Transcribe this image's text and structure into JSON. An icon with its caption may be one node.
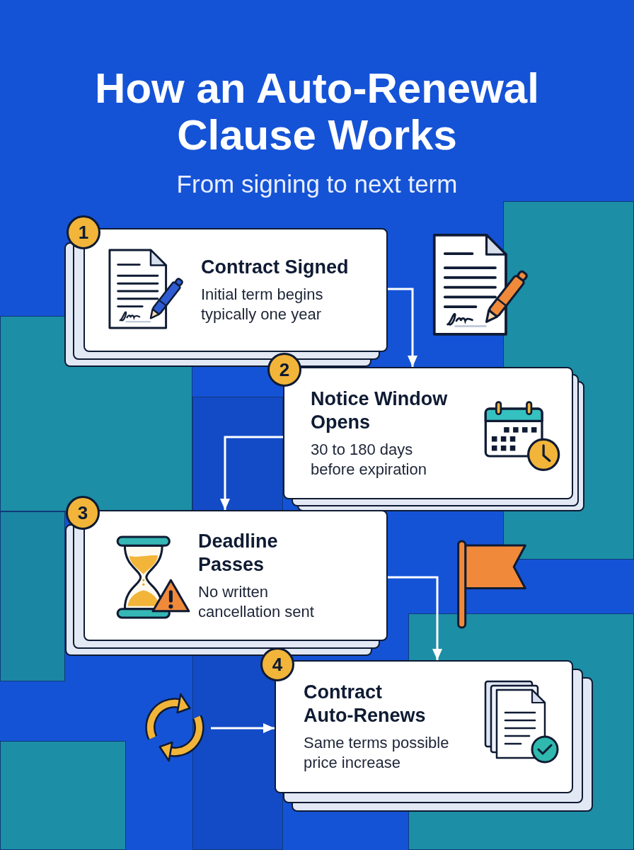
{
  "diagram": {
    "title": "How an Auto-Renewal Clause Works",
    "nodes": [
      {
        "text": [
          "1"
        ]
      },
      {
        "text": [
          "Contract Signed",
          "Initial term begins typically one year"
        ]
      },
      {
        "text": [
          "2"
        ]
      },
      {
        "text": [
          "Notice Window Opens",
          "30 to 180 days before expiration"
        ]
      },
      {
        "text": [
          "3"
        ]
      },
      {
        "text": [
          "Deadline Passes",
          "No written cancellation sent"
        ]
      },
      {
        "text": [
          "4"
        ]
      },
      {
        "text": [
          "Contract Auto-Renews",
          "Same terms possible price increase"
        ]
      },
      {
        "text": [],
        "shape": "picture"
      }
    ],
    "edges": [
      {
        "from": 1,
        "to": 3,
        "arrow": "to"
      },
      {
        "from": 3,
        "to": 5,
        "arrow": "to"
      },
      {
        "from": 5,
        "to": 7,
        "arrow": "to"
      },
      {
        "from": 8,
        "to": 7,
        "arrow": "to"
      }
    ],
    "labels": [
      "From signing to next term"
    ]
  }
}
